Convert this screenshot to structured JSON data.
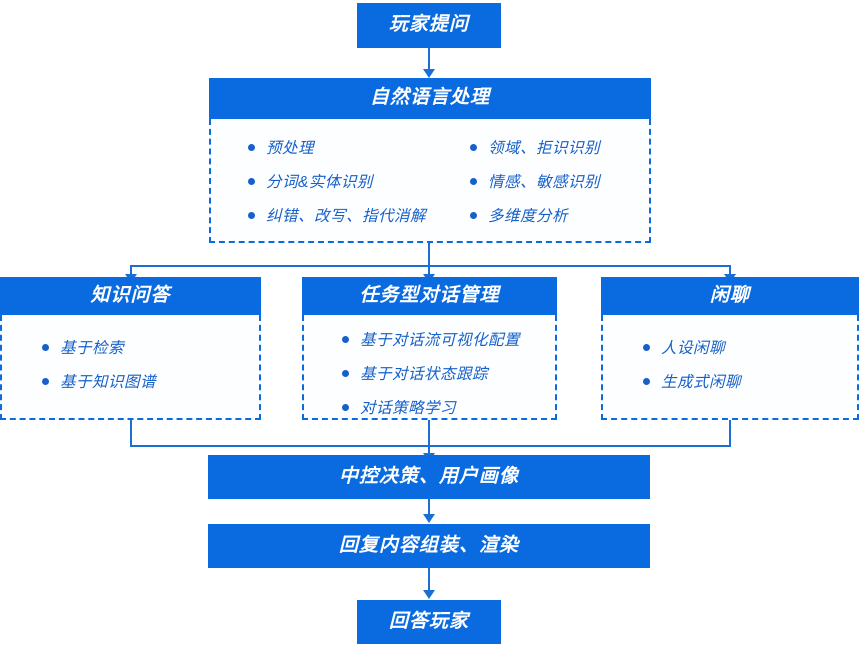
{
  "diagram": {
    "title_box": {
      "label": "玩家提问"
    },
    "nlp": {
      "header": "自然语言处理",
      "column_left": [
        "预处理",
        "分词&实体识别",
        "纠错、改写、指代消解"
      ],
      "column_right": [
        "领域、拒识识别",
        "情感、敏感识别",
        "多维度分析"
      ]
    },
    "branches": [
      {
        "header": "知识问答",
        "items": [
          "基于检索",
          "基于知识图谱"
        ]
      },
      {
        "header": "任务型对话管理",
        "items": [
          "基于对话流可视化配置",
          "基于对话状态跟踪",
          "对话策略学习"
        ]
      },
      {
        "header": "闲聊",
        "items": [
          "人设闲聊",
          "生成式闲聊"
        ]
      }
    ],
    "decision_box": {
      "label": "中控决策、用户画像"
    },
    "render_box": {
      "label": "回复内容组装、渲染"
    },
    "answer_box": {
      "label": "回答玩家"
    }
  },
  "colors": {
    "primary_blue": "#0a6be1",
    "text_blue": "#1660c9",
    "line_blue": "#1a6fd4",
    "panel_bg": "#fdfeff"
  }
}
